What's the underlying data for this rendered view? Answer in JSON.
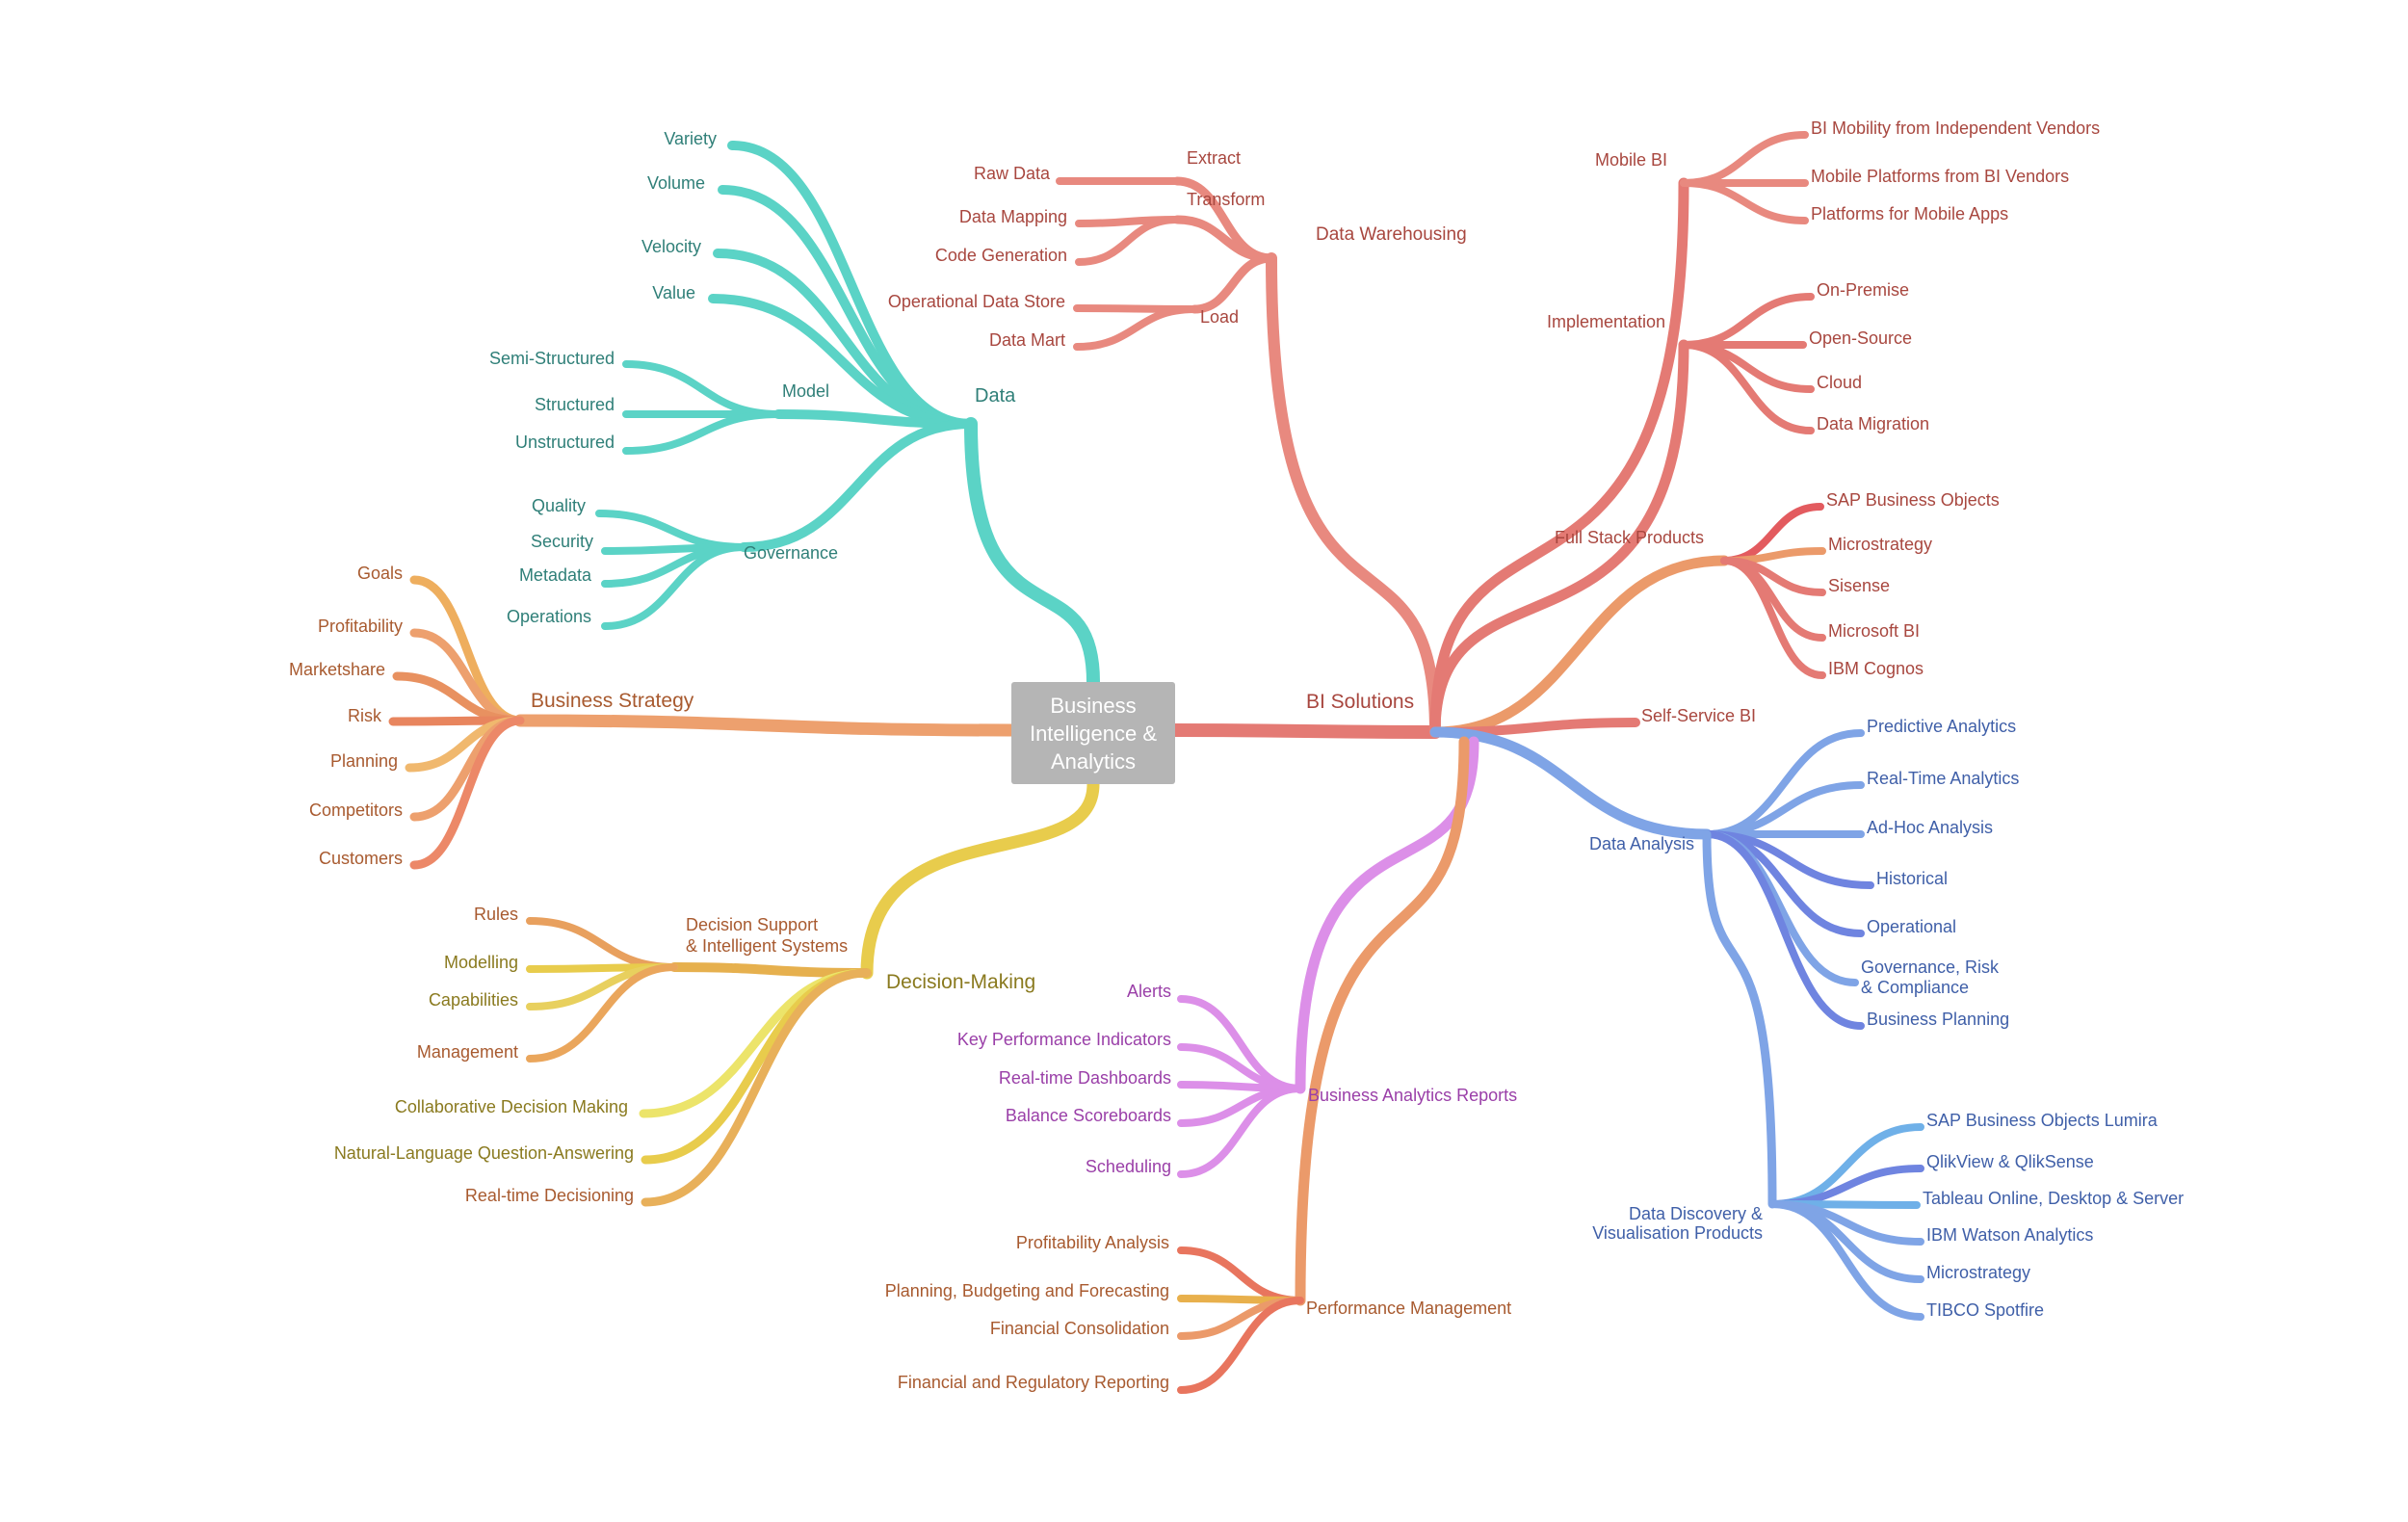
{
  "center": {
    "lines": [
      "Business",
      "Intelligence &",
      "Analytics"
    ],
    "bg": "#b5b5b5"
  },
  "colors": {
    "data": "#5bd3c6",
    "warehousing": "#e8897f",
    "bi_solutions": "#e47a74",
    "data_analysis": "#7fa4e6",
    "reports": "#dc8fe8",
    "performance": "#eb9a6a",
    "decision": "#e8cc4c",
    "strategy": "#eda06e"
  },
  "branches": {
    "data": {
      "label": "Data",
      "items": [
        "Variety",
        "Volume",
        "Velocity",
        "Value"
      ],
      "model": {
        "label": "Model",
        "items": [
          "Semi-Structured",
          "Structured",
          "Unstructured"
        ]
      },
      "governance": {
        "label": "Governance",
        "items": [
          "Quality",
          "Security",
          "Metadata",
          "Operations"
        ]
      }
    },
    "warehousing": {
      "label": "Data Warehousing",
      "extract": {
        "label": "Extract",
        "items": [
          "Raw Data"
        ]
      },
      "transform": {
        "label": "Transform",
        "items": [
          "Data Mapping",
          "Code Generation"
        ]
      },
      "load": {
        "label": "Load",
        "items": [
          "Operational Data Store",
          "Data Mart"
        ]
      }
    },
    "bi_solutions": {
      "label": "BI Solutions",
      "mobile": {
        "label": "Mobile BI",
        "items": [
          "BI Mobility from Independent Vendors",
          "Mobile Platforms from BI Vendors",
          "Platforms for Mobile Apps"
        ]
      },
      "implementation": {
        "label": "Implementation",
        "items": [
          "On-Premise",
          "Open-Source",
          "Cloud",
          "Data Migration"
        ]
      },
      "full_stack": {
        "label": "Full Stack Products",
        "items": [
          "SAP Business Objects",
          "Microstrategy",
          "Sisense",
          "Microsoft BI",
          "IBM Cognos"
        ]
      },
      "self_service": {
        "label": "Self-Service BI"
      },
      "data_analysis": {
        "label": "Data Analysis",
        "items": [
          "Predictive Analytics",
          "Real-Time Analytics",
          "Ad-Hoc Analysis",
          "Historical",
          "Operational",
          "Governance, Risk",
          "& Compliance",
          "Business Planning"
        ]
      },
      "discovery": {
        "label_lines": [
          "Data Discovery &",
          "Visualisation Products"
        ],
        "items": [
          "SAP Business Objects Lumira",
          "QlikView & QlikSense",
          "Tableau Online, Desktop & Server",
          "IBM Watson Analytics",
          "Microstrategy",
          "TIBCO Spotfire"
        ]
      },
      "reports": {
        "label": "Business Analytics Reports",
        "items": [
          "Alerts",
          "Key Performance Indicators",
          "Real-time Dashboards",
          "Balance Scoreboards",
          "Scheduling"
        ]
      },
      "performance": {
        "label": "Performance Management",
        "items": [
          "Profitability Analysis",
          "Planning, Budgeting and Forecasting",
          "Financial Consolidation",
          "Financial and Regulatory Reporting"
        ]
      }
    },
    "strategy": {
      "label": "Business Strategy",
      "items": [
        "Goals",
        "Profitability",
        "Marketshare",
        "Risk",
        "Planning",
        "Competitors",
        "Customers"
      ]
    },
    "decision": {
      "label": "Decision-Making",
      "support": {
        "label_lines": [
          "Decision Support",
          "& Intelligent Systems"
        ],
        "items": [
          "Rules",
          "Modelling",
          "Capabilities",
          "Management"
        ]
      },
      "items": [
        "Collaborative Decision Making",
        "Natural-Language Question-Answering",
        "Real-time Decisioning"
      ]
    }
  }
}
